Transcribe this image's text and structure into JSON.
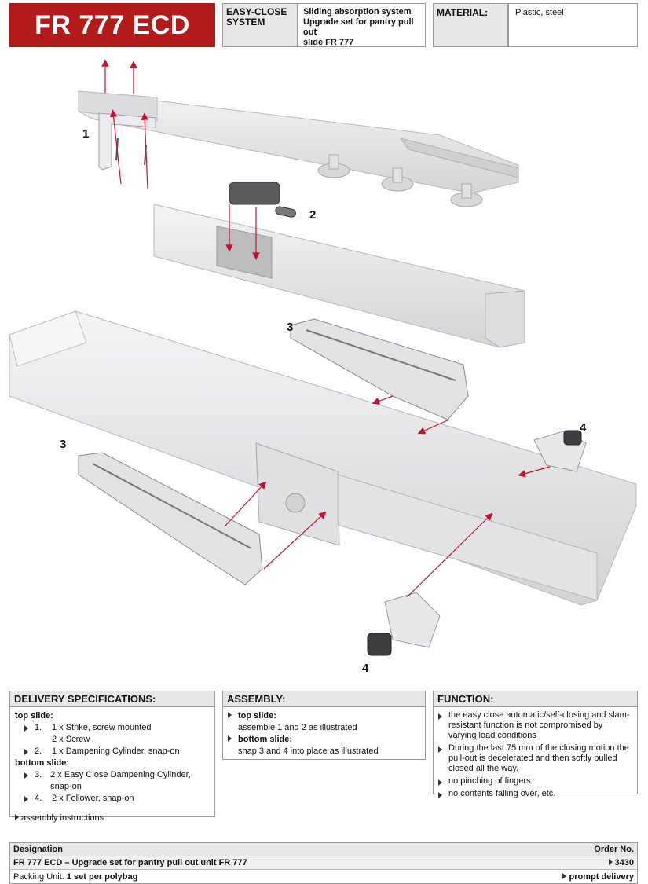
{
  "header": {
    "title": "FR 777 ECD",
    "category_line1": "EASY-CLOSE",
    "category_line2": "SYSTEM",
    "description_line1": "Sliding absorption system",
    "description_line2": "Upgrade set for pantry pull out",
    "description_line3": "slide FR 777",
    "material_label": "MATERIAL:",
    "material_value": "Plastic, steel"
  },
  "illustration": {
    "labels": {
      "part1": "1",
      "part2": "2",
      "part3_top": "3",
      "part3_left": "3",
      "part4_right": "4",
      "part4_bottom": "4"
    },
    "colors": {
      "arrow": "#c8102e",
      "metal": "#e9e9ea",
      "edge": "#b8b8bb",
      "dark": "#4a4a4a"
    }
  },
  "delivery": {
    "heading": "DELIVERY SPECIFICATIONS:",
    "top_label": "top slide:",
    "items_top": [
      {
        "num": "1.",
        "lines": [
          "1 x Strike, screw mounted",
          "2 x Screw"
        ]
      },
      {
        "num": "2.",
        "lines": [
          "1 x Dampening Cylinder, snap-on"
        ]
      }
    ],
    "bottom_label": "bottom slide:",
    "items_bottom": [
      {
        "num": "3.",
        "lines": [
          "2 x Easy Close Dampening Cylinder, snap-on"
        ]
      },
      {
        "num": "4.",
        "lines": [
          "2 x Follower, snap-on"
        ]
      }
    ],
    "link": "assembly instructions"
  },
  "assembly": {
    "heading": "ASSEMBLY:",
    "top_label": "top slide:",
    "top_text": "assemble 1 and 2 as illustrated",
    "bottom_label": "bottom slide:",
    "bottom_text": "snap 3 and 4 into place as illustrated"
  },
  "function": {
    "heading": "FUNCTION:",
    "items": [
      "the easy close automatic/self-closing and slam-resistant function is not compromised by varying load conditions",
      "During the last 75 mm of the closing motion the pull-out is decelerated and then softly pulled closed all the way.",
      "no pinching of fingers",
      "no contents falling over, etc."
    ]
  },
  "order": {
    "col_designation": "Designation",
    "col_order_no": "Order No.",
    "product": "FR 777 ECD – Upgrade set for pantry pull out unit FR 777",
    "order_no": "3430",
    "packing_label": "Packing Unit:",
    "packing_value": "1 set per polybag",
    "delivery_note": "prompt delivery"
  }
}
